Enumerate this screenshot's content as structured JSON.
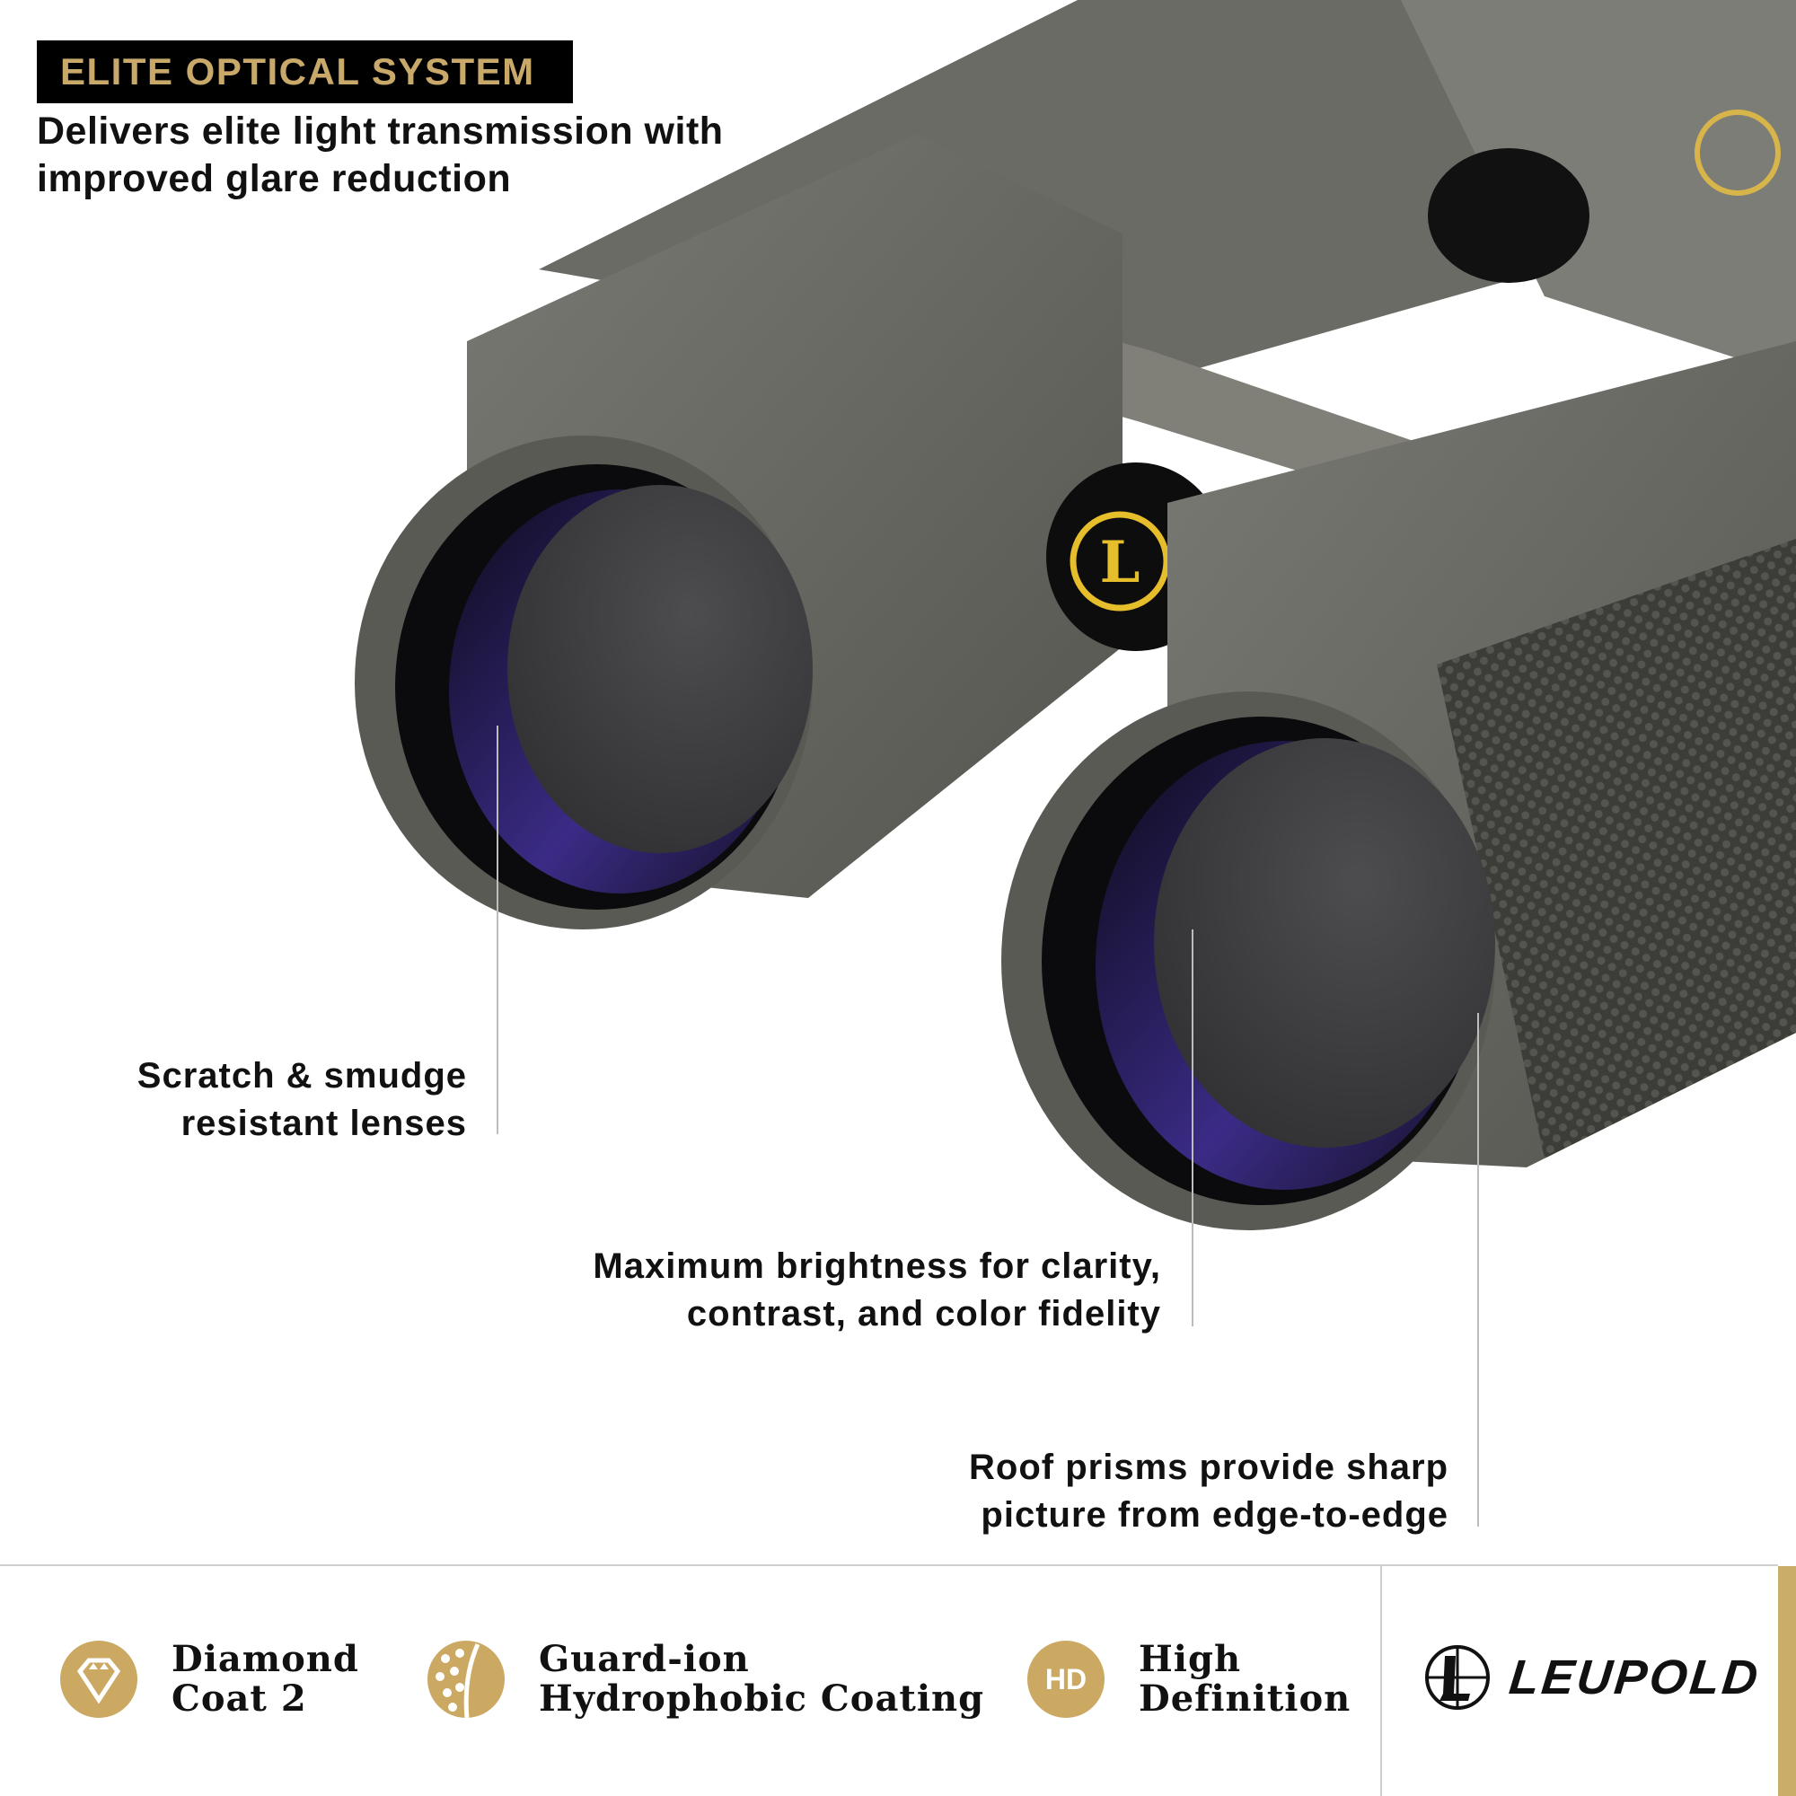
{
  "header": {
    "badge": "ELITE OPTICAL SYSTEM",
    "description": "Delivers elite light transmission with improved glare reduction"
  },
  "callouts": [
    {
      "line1": "Scratch & smudge",
      "line2": "resistant lenses"
    },
    {
      "line1": "Maximum brightness for clarity,",
      "line2": "contrast, and color fidelity"
    },
    {
      "line1": "Roof prisms provide sharp",
      "line2": "picture from edge-to-edge"
    }
  ],
  "features": [
    {
      "icon": "diamond-icon",
      "label": "Diamond\nCoat 2"
    },
    {
      "icon": "hydrophobic-droplets-icon",
      "label": "Guard-ion\nHydrophobic Coating"
    },
    {
      "icon": "hd-icon",
      "icon_text": "HD",
      "label": "High\nDefinition"
    }
  ],
  "brand": {
    "name": "LEUPOLD",
    "logo_icon": "reticle-l-logo-icon"
  },
  "colors": {
    "gold": "#c9a96a",
    "badge_bg": "#000000",
    "body_gray": "#5f5f5a",
    "lens_purple": "#3a2a7a"
  }
}
